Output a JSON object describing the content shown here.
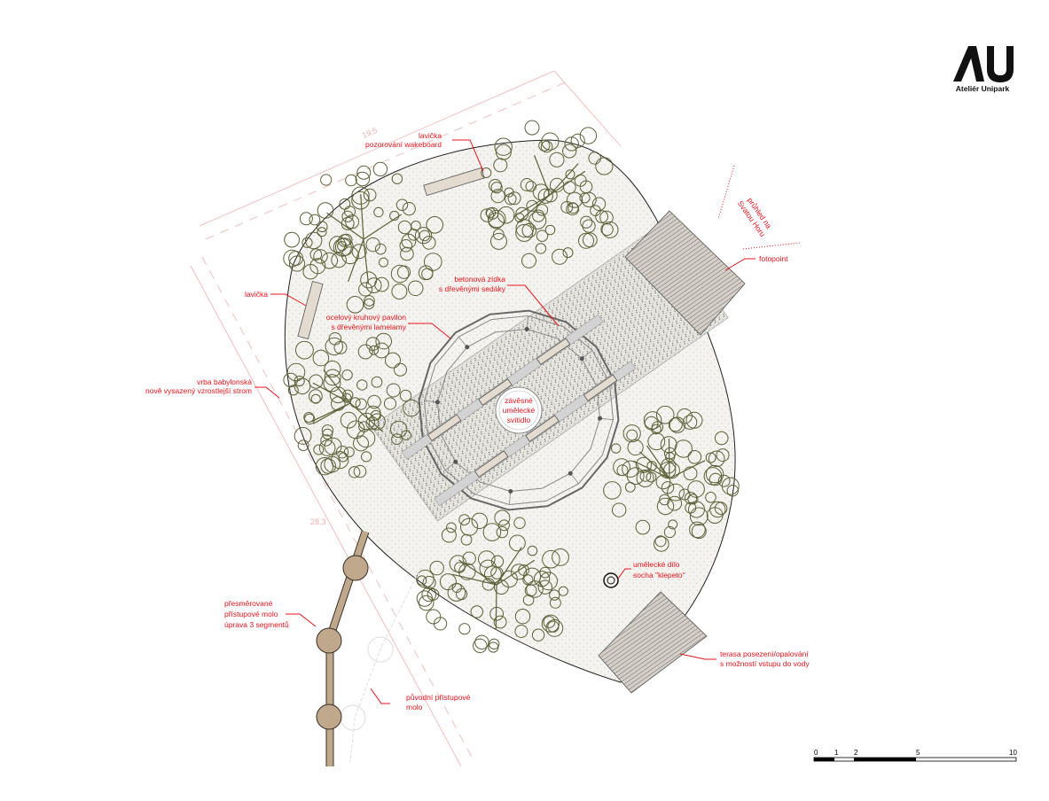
{
  "logo": {
    "mark": "AU",
    "name": "Ateliér Unipark"
  },
  "dimensions": {
    "top": "19,5",
    "left": "28,3"
  },
  "labels": {
    "bench_wakeboard": [
      "lavička",
      "pozorování wakeboard"
    ],
    "bench": [
      "lavička"
    ],
    "concrete_wall": [
      "betonová zídka",
      "s dřevěnými sedáky"
    ],
    "pavilion": [
      "ocelový kruhový pavilon",
      "s dřevěnými lamelamy"
    ],
    "willow": [
      "vrba babylonská",
      "nově vysazený vzrostlejší strom"
    ],
    "light": [
      "závěsné",
      "umělecké",
      "svítidlo"
    ],
    "view": [
      "průhled na",
      "Svatou Horu"
    ],
    "fotopoint": [
      "fotopoint"
    ],
    "sculpture": [
      "umělecké dílo",
      "socha \"klepeto\""
    ],
    "terrace": [
      "terasa posezení/opalování",
      "s možností vstupu do vody"
    ],
    "new_pier": [
      "přesměrované",
      "přístupové molo",
      "úprava 3 segmentů"
    ],
    "old_pier": [
      "původní přístupové",
      "molo"
    ]
  },
  "scale_bar": {
    "ticks": [
      "0",
      "1",
      "2",
      "5",
      "10"
    ]
  },
  "colors": {
    "annotation": "#e8141c",
    "tree": "#5d6138",
    "dimension": "#f2b0b0",
    "wood": "#bfa88c",
    "deck": "#b8b2aa"
  }
}
